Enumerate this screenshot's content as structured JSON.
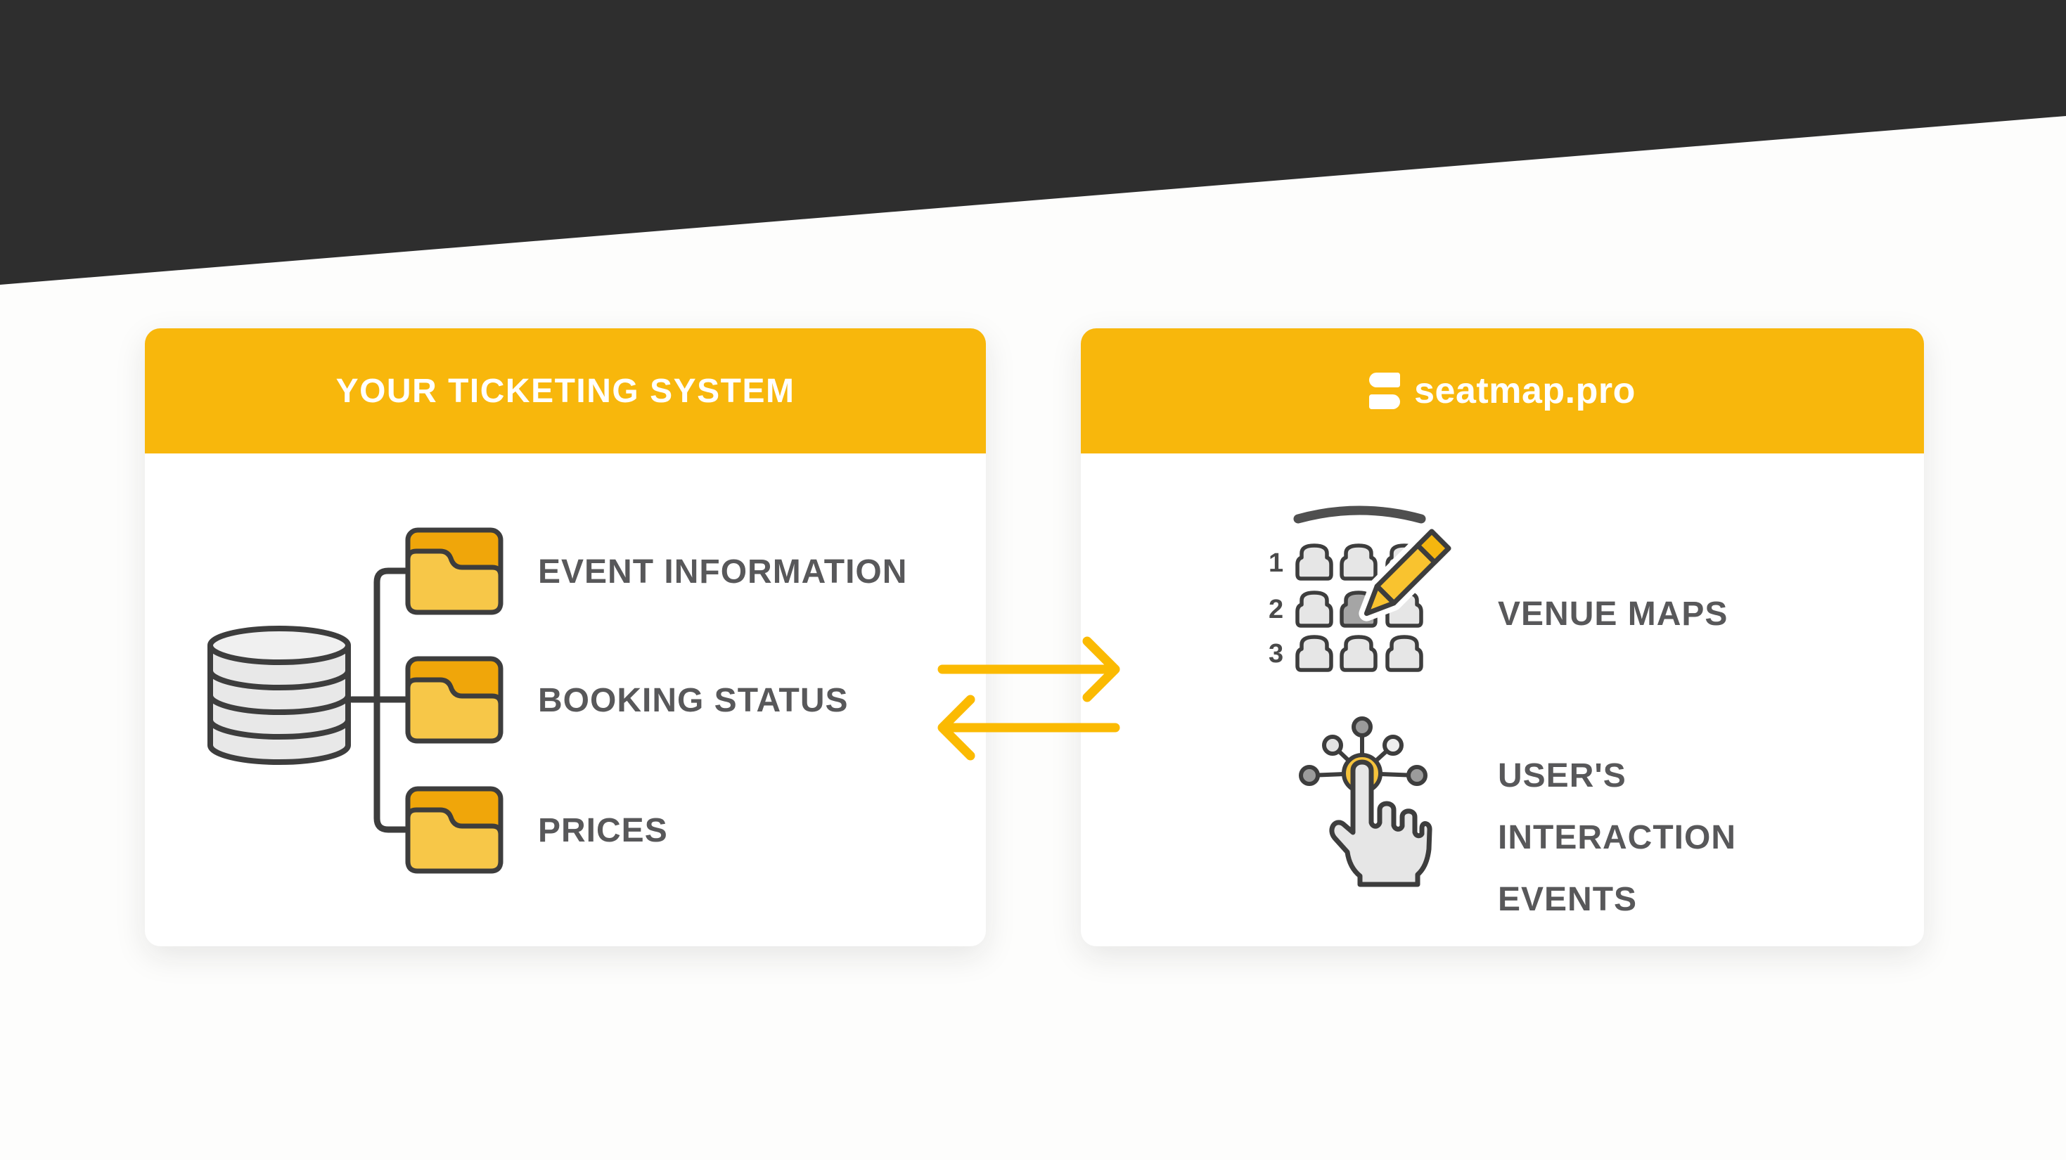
{
  "colors": {
    "banner_dark": "#2E2E2E",
    "header_yellow": "#F8B70C",
    "arrow_yellow": "#FBBA02",
    "folder_back": "#F0A60A",
    "folder_front": "#F7C748",
    "outline_dark": "#3D3D3D",
    "label_gray": "#58585A",
    "header_text": "#FFFFFF",
    "seat_fill": "#E6E6E6",
    "seat_selected": "#A5A5A5",
    "database_fill": "#E8E8E8",
    "touch_circle_yellow": "#F6C33C"
  },
  "left_card": {
    "title": "YOUR TICKETING SYSTEM",
    "items": [
      {
        "label": "EVENT INFORMATION"
      },
      {
        "label": "BOOKING STATUS"
      },
      {
        "label": "PRICES"
      }
    ]
  },
  "right_card": {
    "brand": "seatmap.pro",
    "venue_maps_label": "VENUE MAPS",
    "interaction_label": "USER'S INTERACTION EVENTS",
    "seat_row_numbers": [
      "1",
      "2",
      "3"
    ]
  },
  "icons": {
    "brand_mark": "seatmap-logo-icon",
    "database": "database-icon",
    "folder": "folder-icon",
    "venue_map": "venue-map-seats-icon",
    "pencil": "pencil-icon",
    "touch_hand": "touch-interaction-icon",
    "arrow_right": "arrow-right-icon",
    "arrow_left": "arrow-left-icon"
  }
}
